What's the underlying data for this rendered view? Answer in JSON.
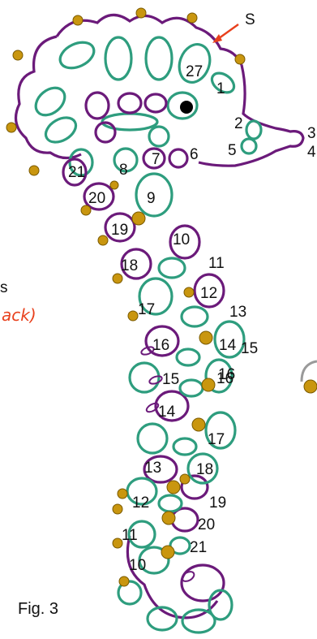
{
  "figure": {
    "caption": "Fig. 3",
    "start_marker": "S",
    "left_edge_text": "s",
    "left_edge_note": "ack)",
    "right_edge_text_top": "3",
    "right_edge_text_bottom": "4"
  },
  "colors": {
    "chain": "#6b1a7a",
    "ring": "#2e9d7e",
    "picot_bead": "#c9960f",
    "eye": "#000000",
    "arrow": "#e8401c",
    "note": "#e8401c",
    "side_loop": "#9a9a9a"
  },
  "head_labels": [
    "27",
    "1",
    "2",
    "5",
    "6",
    "7",
    "8",
    "21"
  ],
  "body_labels": {
    "left_column": [
      "20",
      "19",
      "18",
      "17",
      "16",
      "15",
      "14",
      "13",
      "12",
      "11",
      "10"
    ],
    "center_column": [
      "9",
      "10",
      "12",
      "16"
    ],
    "right_column": [
      "11",
      "13",
      "14",
      "15",
      "16",
      "17",
      "18",
      "19",
      "20",
      "21"
    ]
  }
}
